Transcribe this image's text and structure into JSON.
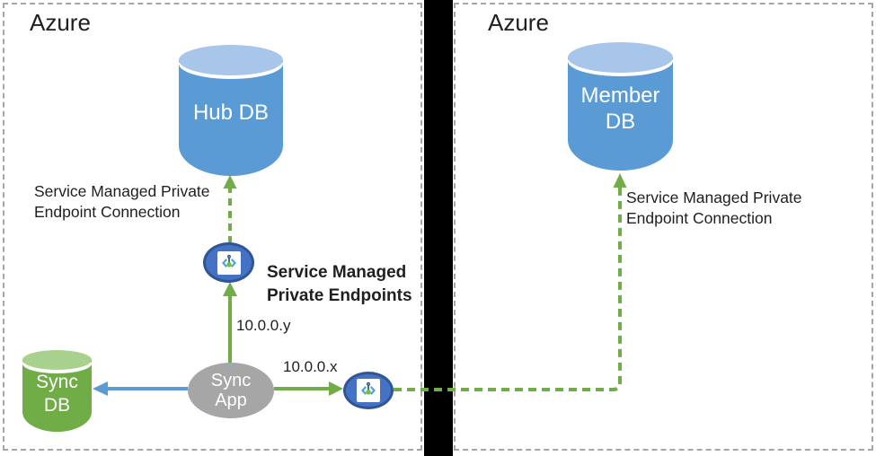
{
  "left_panel": {
    "title": "Azure",
    "hub_db_label": "Hub DB",
    "sync_db_label": "Sync DB",
    "sync_app_label": "Sync App",
    "endpoint_connection_label": "Service Managed Private Endpoint Connection",
    "private_endpoints_label": "Service Managed Private Endpoints",
    "ip_y_label": "10.0.0.y",
    "ip_x_label": "10.0.0.x"
  },
  "right_panel": {
    "title": "Azure",
    "member_db_label": "Member DB",
    "endpoint_connection_label": "Service Managed Private Endpoint Connection"
  },
  "colors": {
    "db_blue": "#5B9BD5",
    "db_blue_top": "#A7C6E9",
    "db_green": "#70AD47",
    "db_green_top": "#A9D18E",
    "app_gray": "#A6A6A6",
    "arrow_green": "#70AD47",
    "arrow_blue": "#5B9BD5",
    "endpoint_fill": "#4472C4",
    "endpoint_border": "#2F5597",
    "icon_bracket_blue": "#41A5DA",
    "icon_stem_blue": "#1F4E79",
    "icon_dot_green": "#7CBB42",
    "divider_black": "#000000",
    "border_gray": "#A6A6A6",
    "text_black": "#1F1F1F"
  }
}
